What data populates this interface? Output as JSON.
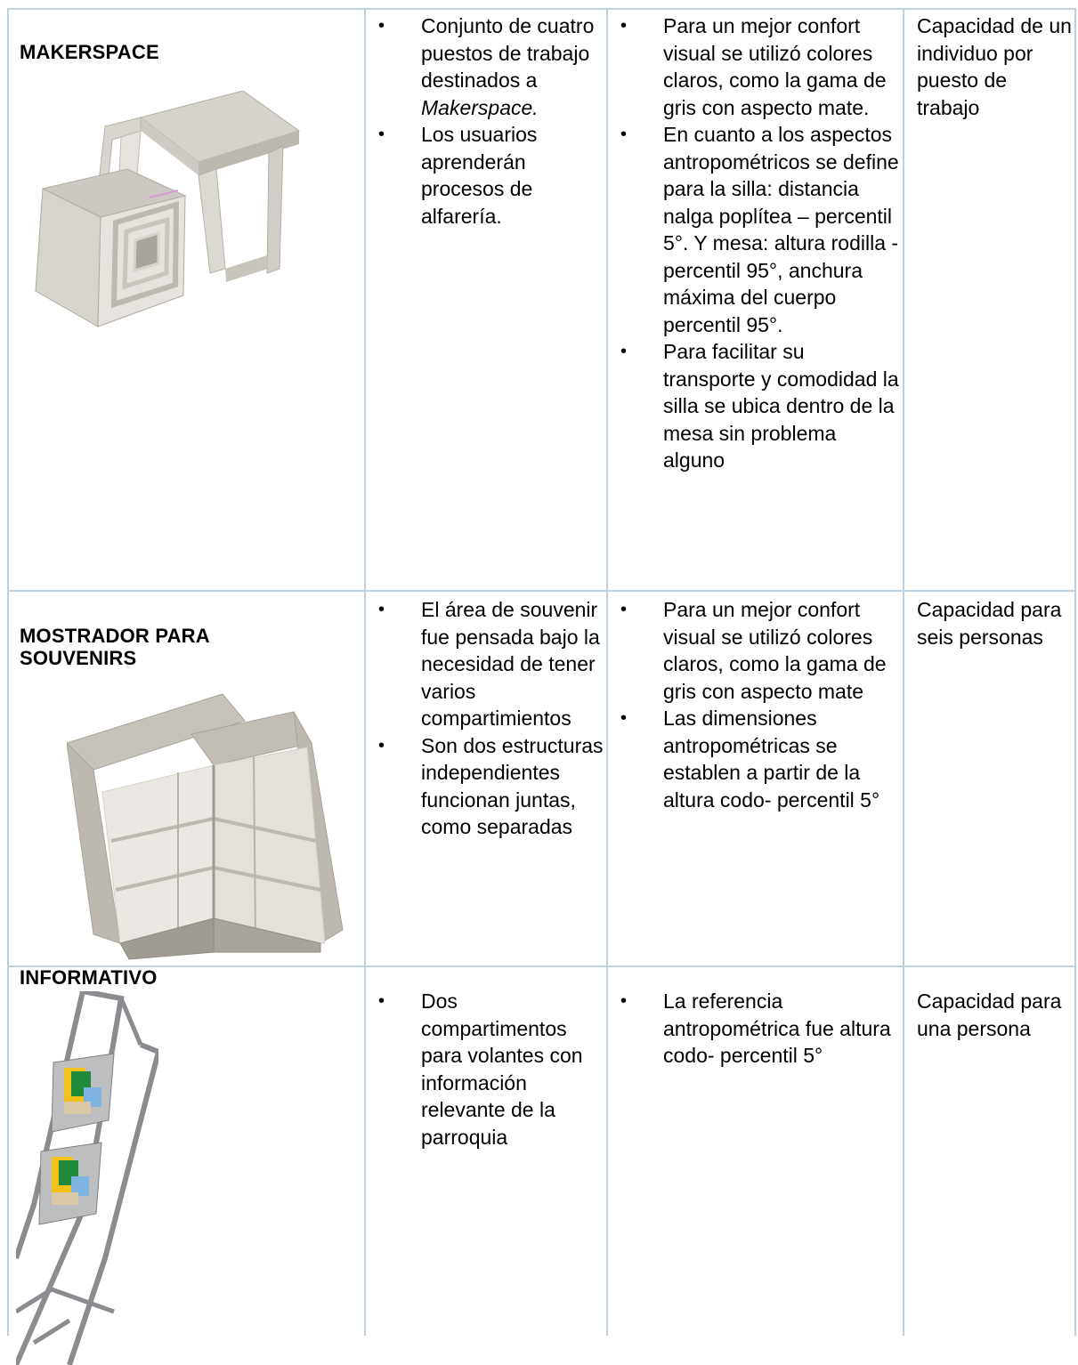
{
  "rows": [
    {
      "title": "MAKERSPACE",
      "description": [
        {
          "text": "Conjunto de cuatro puestos de trabajo destinados a ",
          "emphasis": "Makerspace."
        },
        {
          "text": "Los usuarios aprenderán procesos de alfarería.",
          "emphasis": ""
        }
      ],
      "considerations": [
        "Para un mejor confort visual se utilizó colores claros, como la gama de gris con aspecto mate.",
        "En cuanto a los aspectos antropométricos se define para la silla: distancia nalga poplítea – percentil 5°. Y mesa: altura rodilla - percentil 95°, anchura máxima del cuerpo percentil 95°.",
        "Para facilitar su transporte y comodidad la silla se ubica dentro de la mesa sin problema alguno"
      ],
      "capacity": "Capacidad de un individuo por puesto de trabajo"
    },
    {
      "title": "MOSTRADOR PARA SOUVENIRS",
      "description": [
        {
          "text": "El área de souvenir fue pensada bajo la necesidad de tener varios compartimientos",
          "emphasis": ""
        },
        {
          "text": "Son dos estructuras independientes funcionan juntas, como separadas",
          "emphasis": ""
        }
      ],
      "considerations": [
        "Para un mejor confort visual se utilizó colores claros, como la gama de gris con aspecto mate",
        "Las dimensiones antropométricas se establen a partir de la altura codo- percentil 5°"
      ],
      "capacity": "Capacidad para seis personas"
    },
    {
      "title": "INFORMATIVO",
      "description": [
        {
          "text": "Dos compartimentos para volantes con información relevante de la parroquia",
          "emphasis": ""
        }
      ],
      "considerations": [
        "La referencia antropométrica fue altura codo- percentil 5°"
      ],
      "capacity": "Capacidad para una persona"
    }
  ],
  "colors": {
    "border": "#bcd0e2",
    "wood_light": "#e3e0da",
    "wood_mid": "#c9c5bd",
    "wood_dark": "#a9a49b",
    "metal": "#8a8c8f",
    "flyer_green": "#1f8a3a",
    "flyer_yellow": "#f2c21b",
    "flyer_blue": "#7fb4e0"
  }
}
